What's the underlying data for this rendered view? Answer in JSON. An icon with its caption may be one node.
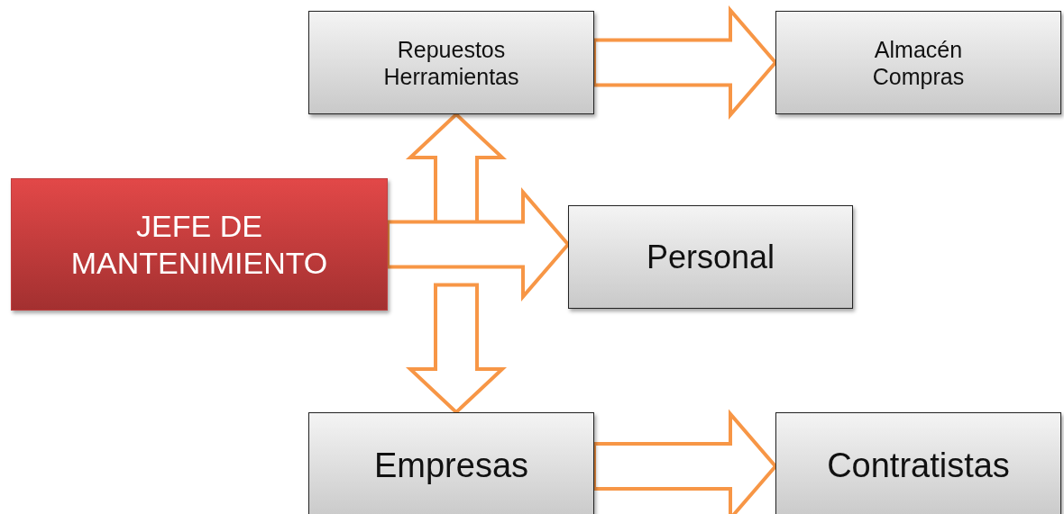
{
  "diagram": {
    "nodes": [
      {
        "text": [
          "JEFE DE MANTENIMIENTO"
        ]
      },
      {
        "text": [
          "Repuestos Herramientas"
        ]
      },
      {
        "text": [
          "Almacén Compras"
        ]
      },
      {
        "text": [
          "Personal"
        ]
      },
      {
        "text": [
          "Empresas"
        ]
      },
      {
        "text": [
          "Contratistas"
        ]
      }
    ],
    "edges": [
      {
        "from": 0,
        "to": 1,
        "arrow": "to"
      },
      {
        "from": 0,
        "to": 4,
        "arrow": "to"
      },
      {
        "from": 0,
        "to": 3,
        "arrow": "to"
      },
      {
        "from": 1,
        "to": 2,
        "arrow": "to"
      },
      {
        "from": 4,
        "to": 5,
        "arrow": "to"
      }
    ]
  }
}
